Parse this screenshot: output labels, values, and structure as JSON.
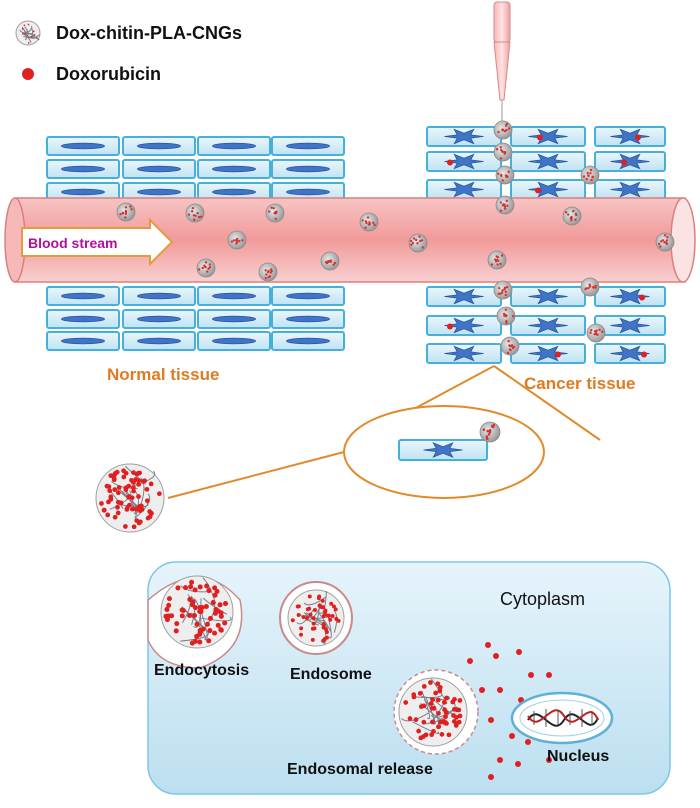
{
  "legend": {
    "nanogel_label": "Dox-chitin-PLA-CNGs",
    "drug_label": "Doxorubicin"
  },
  "vessel": {
    "arrow_label": "Blood stream"
  },
  "tissues": {
    "normal_label": "Normal tissue",
    "cancer_label": "Cancer tissue"
  },
  "cell": {
    "cytoplasm_label": "Cytoplasm",
    "endocytosis_label": "Endocytosis",
    "endosome_label": "Endosome",
    "release_label": "Endosomal release",
    "nucleus_label": "Nucleus"
  },
  "colors": {
    "vessel_pink": "#f4a7a7",
    "cell_border": "#4fb8e0",
    "nucleus_blue": "#3a6bc9",
    "drug_red": "#e02020",
    "tissue_orange": "#e07b22",
    "arrow_text": "#b0109a",
    "cytoplasm_fill": "#d4ecf7"
  }
}
